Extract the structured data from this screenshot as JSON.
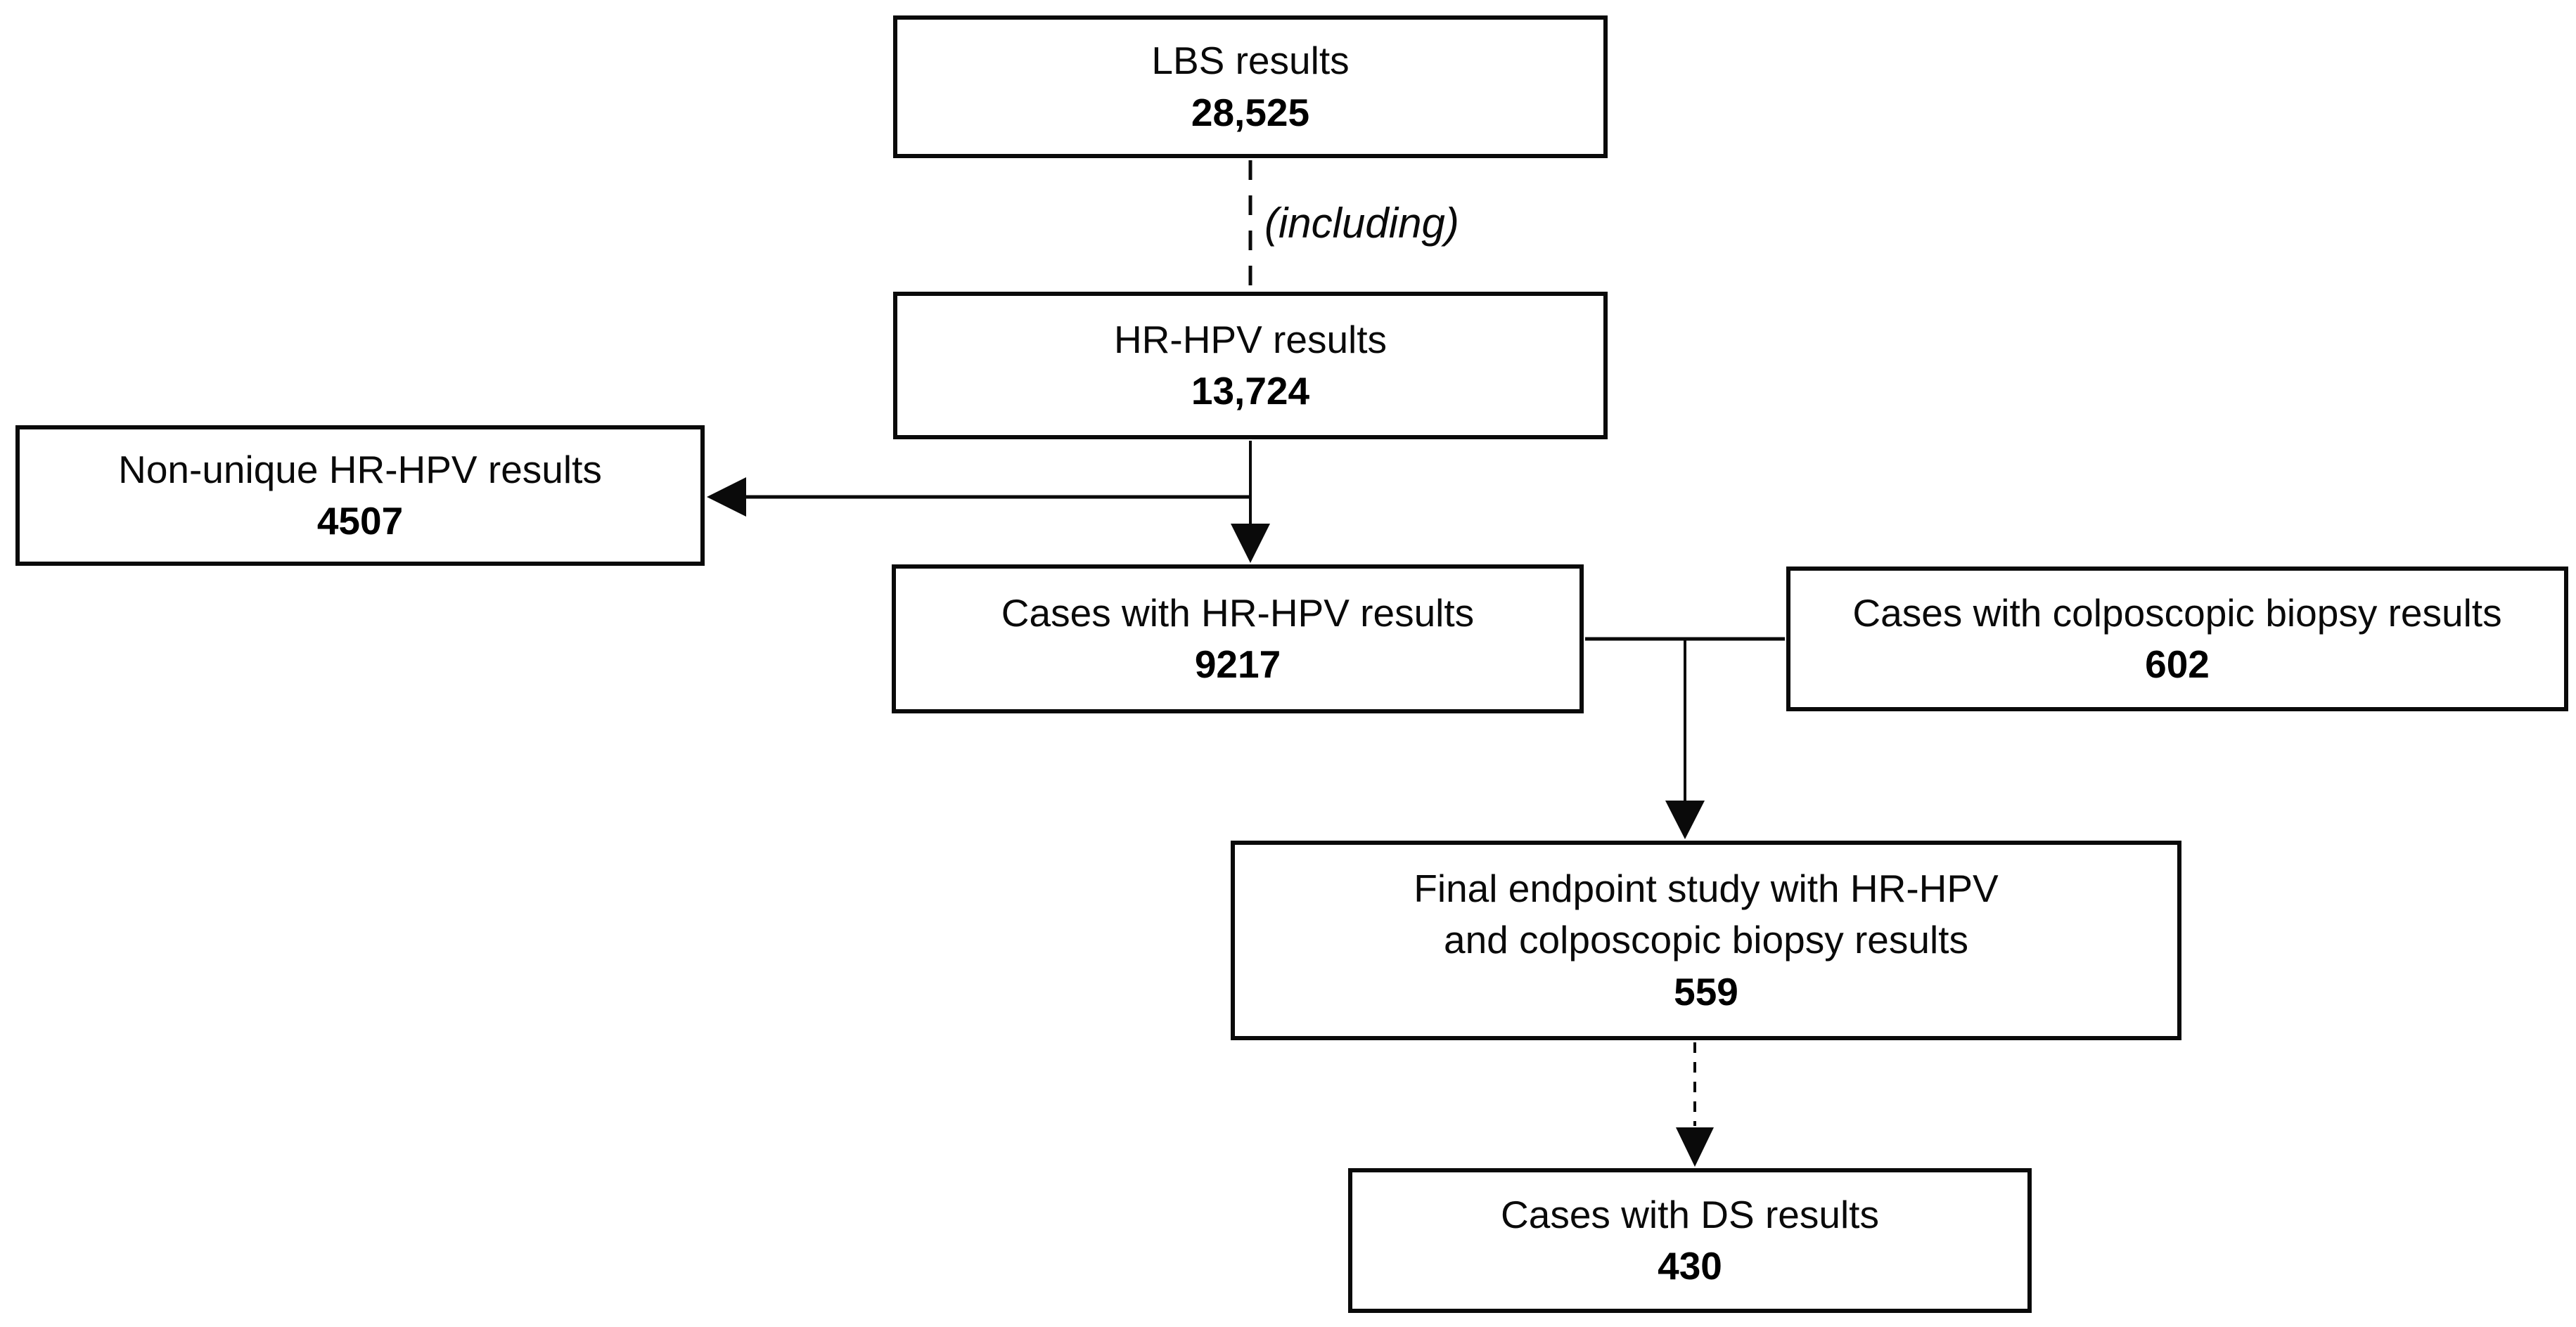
{
  "diagram": {
    "type": "flowchart",
    "background_color": "#ffffff",
    "line_color": "#000000",
    "box_border_color": "#000000",
    "text_color": "#000000",
    "nodes": [
      {
        "id": "lbs",
        "label": "LBS results",
        "value": "28,525"
      },
      {
        "id": "hrhpv",
        "label": "HR-HPV results",
        "value": "13,724"
      },
      {
        "id": "nonunique",
        "label": "Non-unique HR-HPV results",
        "value": "4507"
      },
      {
        "id": "cases",
        "label": "Cases with HR-HPV results",
        "value": "9217"
      },
      {
        "id": "colpo",
        "label": "Cases with colposcopic biopsy results",
        "value": "602"
      },
      {
        "id": "final",
        "label": "Final endpoint study with HR-HPV\nand colposcopic biopsy results",
        "value": "559"
      },
      {
        "id": "ds",
        "label": "Cases with DS results",
        "value": "430"
      }
    ],
    "edges": [
      {
        "from": "lbs",
        "to": "hrhpv",
        "style": "dashed",
        "arrow": false,
        "label": "(including)"
      },
      {
        "from": "hrhpv",
        "to": "cases",
        "style": "solid",
        "arrow": true,
        "label": ""
      },
      {
        "from": "hrhpv",
        "to": "nonunique",
        "style": "solid",
        "arrow": true,
        "label": ""
      },
      {
        "from": "cases",
        "to": "colpo",
        "style": "solid",
        "arrow": false,
        "label": ""
      },
      {
        "from": "cases + colpo",
        "to": "final",
        "style": "solid",
        "arrow": true,
        "label": ""
      },
      {
        "from": "final",
        "to": "ds",
        "style": "dashed",
        "arrow": true,
        "label": ""
      }
    ]
  }
}
